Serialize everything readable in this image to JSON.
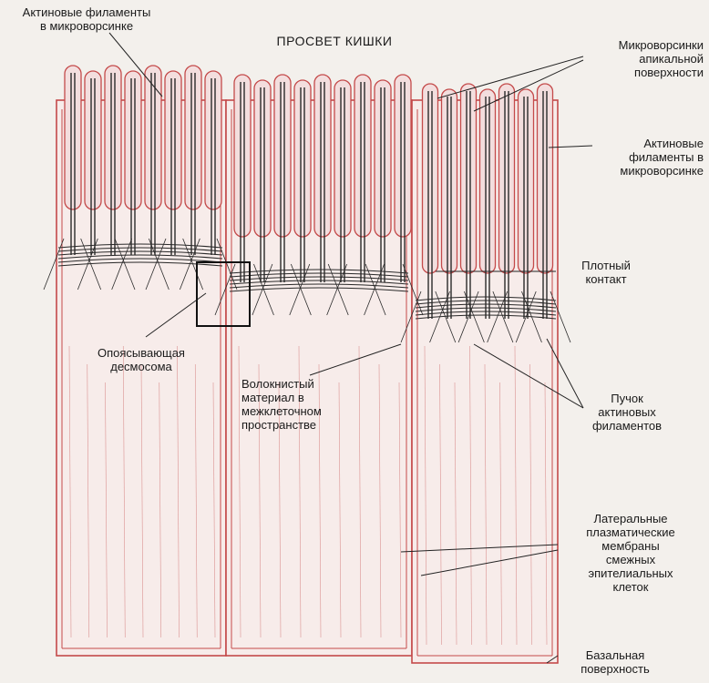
{
  "diagram": {
    "colors": {
      "background": "#f3f0ec",
      "membrane": "#c44a4a",
      "cell_fill": "#f7ecea",
      "actin": "#2a2a2a",
      "label_text": "#1a1a1a"
    },
    "labels": {
      "lumen": "ПРОСВЕТ КИШКИ",
      "actin_top_left": [
        "Актиновые филаменты",
        "в микроворсинке"
      ],
      "microvilli": [
        "Микроворсинки",
        "апикальной",
        "поверхности"
      ],
      "actin_right": [
        "Актиновые",
        "филаменты в",
        "микроворсинке"
      ],
      "tight_junction": [
        "Плотный",
        "контакт"
      ],
      "belt_desmosome": [
        "Опоясывающая",
        "десмосома"
      ],
      "fibrous_material": [
        "Волокнистый",
        "материал в",
        "межклеточном",
        "пространстве"
      ],
      "actin_bundle": [
        "Пучок",
        "актиновых",
        "филаментов"
      ],
      "lateral_membranes": [
        "Латеральные",
        "плазматические",
        "мембраны",
        "смежных",
        "эпителиальных",
        "клеток"
      ],
      "basal_surface": [
        "Базальная",
        "поверхность"
      ]
    }
  }
}
